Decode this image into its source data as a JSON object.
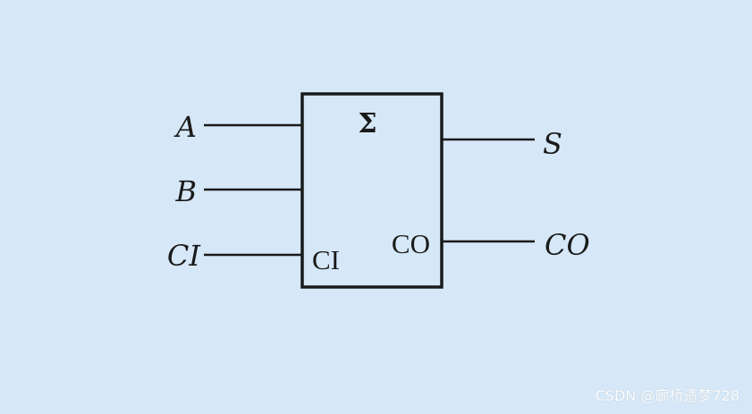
{
  "inputs": {
    "a": "A",
    "b": "B",
    "ci": "CI"
  },
  "outputs": {
    "s": "S",
    "co": "CO"
  },
  "block": {
    "symbol": "Σ",
    "ci_port": "CI",
    "co_port": "CO"
  },
  "watermark": "CSDN @廊桥遗梦728",
  "colors": {
    "background": "#d6e8f8",
    "stroke": "#1a1a1a",
    "watermark": "#ffffff"
  }
}
